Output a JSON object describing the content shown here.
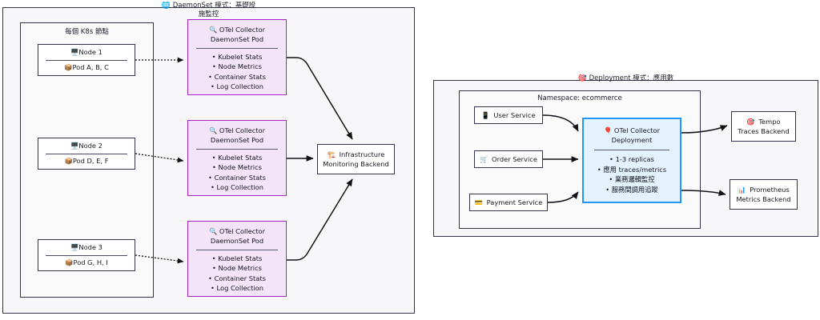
{
  "diagram": {
    "type": "architecture-flow",
    "background": "#ffffff"
  },
  "left_panel": {
    "title_icon": "🌐",
    "title_line1": "DaemonSet 模式：基礎設",
    "title_line2": "施監控",
    "subgraph": {
      "title": "每個 K8s 節點",
      "nodes": [
        {
          "icon": "🖥️",
          "name": "Node 1",
          "pods_icon": "📦",
          "pods": "Pod A, B, C"
        },
        {
          "icon": "🖥️",
          "name": "Node 2",
          "pods_icon": "📦",
          "pods": "Pod D, E, F"
        },
        {
          "icon": "🖥️",
          "name": "Node 3",
          "pods_icon": "📦",
          "pods": "Pod G, H, I"
        }
      ]
    },
    "collectors": [
      {
        "icon": "🔍",
        "title_line1": "OTel Collector",
        "title_line2": "DaemonSet Pod",
        "bullets": [
          "Kubelet Stats",
          "Node Metrics",
          "Container Stats",
          "Log Collection"
        ]
      },
      {
        "icon": "🔍",
        "title_line1": "OTel Collector",
        "title_line2": "DaemonSet Pod",
        "bullets": [
          "Kubelet Stats",
          "Node Metrics",
          "Container Stats",
          "Log Collection"
        ]
      },
      {
        "icon": "🔍",
        "title_line1": "OTel Collector",
        "title_line2": "DaemonSet Pod",
        "bullets": [
          "Kubelet Stats",
          "Node Metrics",
          "Container Stats",
          "Log Collection"
        ]
      }
    ],
    "backend": {
      "icon": "🏗️",
      "line1": "Infrastructure",
      "line2": "Monitoring Backend"
    },
    "colors": {
      "pod_fill": "#f4e4f7",
      "pod_border": "#a922c4",
      "panel_fill": "#f7f7f9",
      "panel_border": "#33334d"
    }
  },
  "right_panel": {
    "title_icon": "🎯",
    "title": "Deployment 模式：應用數",
    "namespace_label": "Namespace: ecommerce",
    "services": [
      {
        "icon": "📱",
        "name": "User Service"
      },
      {
        "icon": "🛒",
        "name": "Order Service"
      },
      {
        "icon": "💳",
        "name": "Payment Service"
      }
    ],
    "collector": {
      "icon": "🎈",
      "title_line1": "OTel Collector",
      "title_line2": "Deployment",
      "bullets": [
        "1-3 replicas",
        "應用 traces/metrics",
        "業務邏輯監控",
        "服務間調用追蹤"
      ]
    },
    "backends": [
      {
        "icon": "🎯",
        "line1": "Tempo",
        "line2": "Traces Backend"
      },
      {
        "icon": "📊",
        "line1": "Prometheus",
        "line2": "Metrics Backend"
      }
    ],
    "colors": {
      "collector_fill": "#e3f2fd",
      "collector_border": "#2196f3"
    }
  }
}
